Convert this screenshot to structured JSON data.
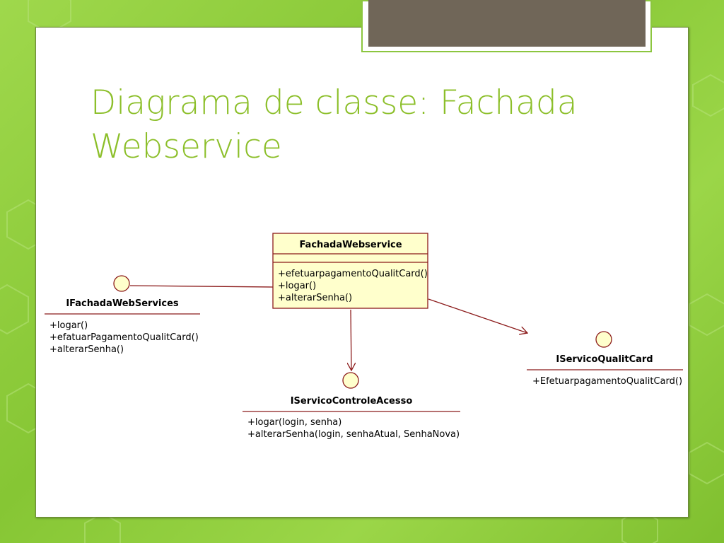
{
  "slide": {
    "title_line1": "Diagrama de classe: Fachada",
    "title_line2": "Webservice"
  },
  "colors": {
    "background_green": "#8fce3d",
    "title_green": "#8cbf2a",
    "uml_fill": "#ffffcc",
    "uml_stroke": "#8b1a1a",
    "photo": "#706658"
  },
  "diagram": {
    "class_fachada": {
      "name": "FachadaWebservice",
      "methods": [
        "+efetuarpagamentoQualitCard()",
        "+logar()",
        "+alterarSenha()"
      ]
    },
    "interface_fachada": {
      "name": "IFachadaWebServices",
      "methods": [
        "+logar()",
        "+efatuarPagamentoQualitCard()",
        "+alterarSenha()"
      ]
    },
    "interface_controle": {
      "name": "IServicoControleAcesso",
      "methods": [
        "+logar(login, senha)",
        "+alterarSenha(login, senhaAtual, SenhaNova)"
      ]
    },
    "interface_qualit": {
      "name": "IServicoQualitCard",
      "methods": [
        "+EfetuarpagamentoQualitCard()"
      ]
    }
  }
}
